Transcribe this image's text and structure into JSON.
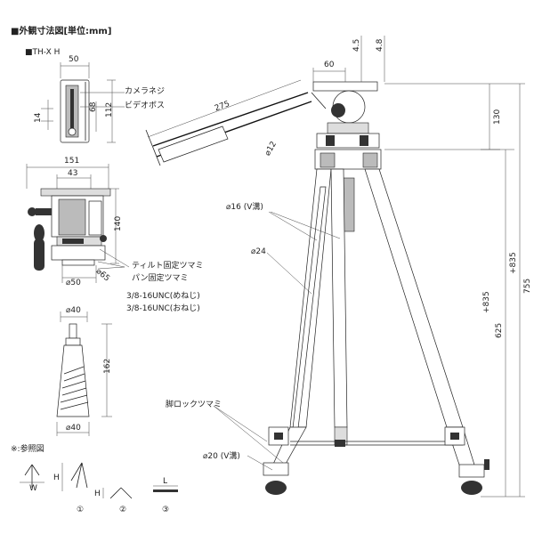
{
  "header": {
    "title": "■外観寸法図[単位:mm]",
    "model": "■TH-X H"
  },
  "top_views": {
    "d50": "50",
    "d14": "14",
    "d68": "68",
    "d112": "112",
    "camera_screw": "カメラネジ",
    "video_boss": "ビデオボス"
  },
  "head_view": {
    "d151": "151",
    "d43": "43",
    "d140": "140",
    "d50": "⌀50",
    "d65": "⌀65",
    "tilt_lock": "ティルト固定ツマミ",
    "pan_lock": "パン固定ツマミ",
    "unc_female": "3/8-16UNC(めねじ)",
    "unc_male": "3/8-16UNC(おねじ)"
  },
  "base_view": {
    "d40_top": "⌀40",
    "d162": "162",
    "d40_bot": "⌀40"
  },
  "main_view": {
    "d60": "60",
    "d45": "4.5",
    "d48": "4.8",
    "d275": "275",
    "d12": "⌀12",
    "d130": "130",
    "d16": "⌀16 (V溝)",
    "d24": "⌀24",
    "d755": "755",
    "d835a": "+835",
    "d625": "625",
    "d835b": "+835",
    "leg_lock": "脚ロックツマミ",
    "d20": "⌀20 (V溝)"
  },
  "reference": {
    "title": "※:参照図",
    "W": "W",
    "H1": "H",
    "H2": "H",
    "L": "L",
    "n1": "①",
    "n2": "②",
    "n3": "③"
  }
}
